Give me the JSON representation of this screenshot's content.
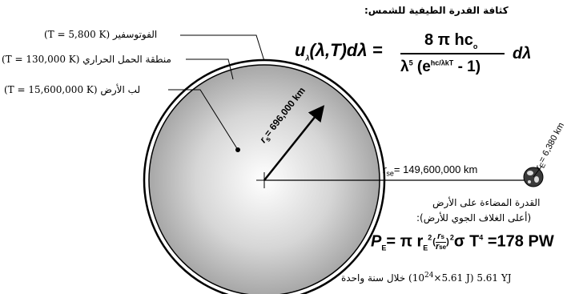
{
  "header": {
    "title": "كثافة القدرة الطيفية للشمس:"
  },
  "planck": {
    "lhs": "u",
    "lhs_sub": "λ",
    "lhs_args": "(λ,T)dλ =",
    "numerator": "8 π hc",
    "numerator_sub": "o",
    "denominator_base": "λ",
    "denominator_pow": "5",
    "denominator_open": " (e",
    "denominator_exp": "hc/λkT",
    "denominator_close": " - 1)",
    "dlambda": "dλ"
  },
  "layers": [
    {
      "name": "الفوتوسفير",
      "temp": "(T = 5,800 K)"
    },
    {
      "name": "منطقة الحمل الحراري",
      "temp": "(T = 130,000 K)"
    },
    {
      "name": "لب الأرض",
      "temp": "(T = 15,600,000 K)"
    }
  ],
  "sun_radius": {
    "sym": "r",
    "sub": "s",
    "value": "= 696,000 km"
  },
  "distance": {
    "sym": "r",
    "sub": "se",
    "value": "= 149,600,000 km"
  },
  "earth_radius": {
    "sym": "r",
    "sub": "E",
    "value": "= 6,380 km"
  },
  "power": {
    "label_line1": "القدرة المضاءة على الأرض",
    "label_line2": "(أعلى الغلاف الجوي للأرض):",
    "eq_lhs": "P",
    "eq_lhs_sub": "E",
    "eq_mid": "= π r",
    "eq_r_sub": "E",
    "eq_sq": "2",
    "eq_frac_num": "r",
    "eq_frac_num_sub": "s",
    "eq_frac_den": "r",
    "eq_frac_den_sub": "se",
    "eq_tail": "σ T",
    "eq_pow4": "4",
    "eq_result": " =178 PW",
    "annual_yj": "5.61 YJ",
    "annual_joules": "(5.61×10",
    "annual_exp": "24",
    "annual_unit": " J)",
    "annual_text": "خلال سنة واحدة"
  },
  "colors": {
    "sun_center": "#ffffff",
    "sun_edge": "#a8a8a8",
    "earth": "#3a3a3a"
  }
}
